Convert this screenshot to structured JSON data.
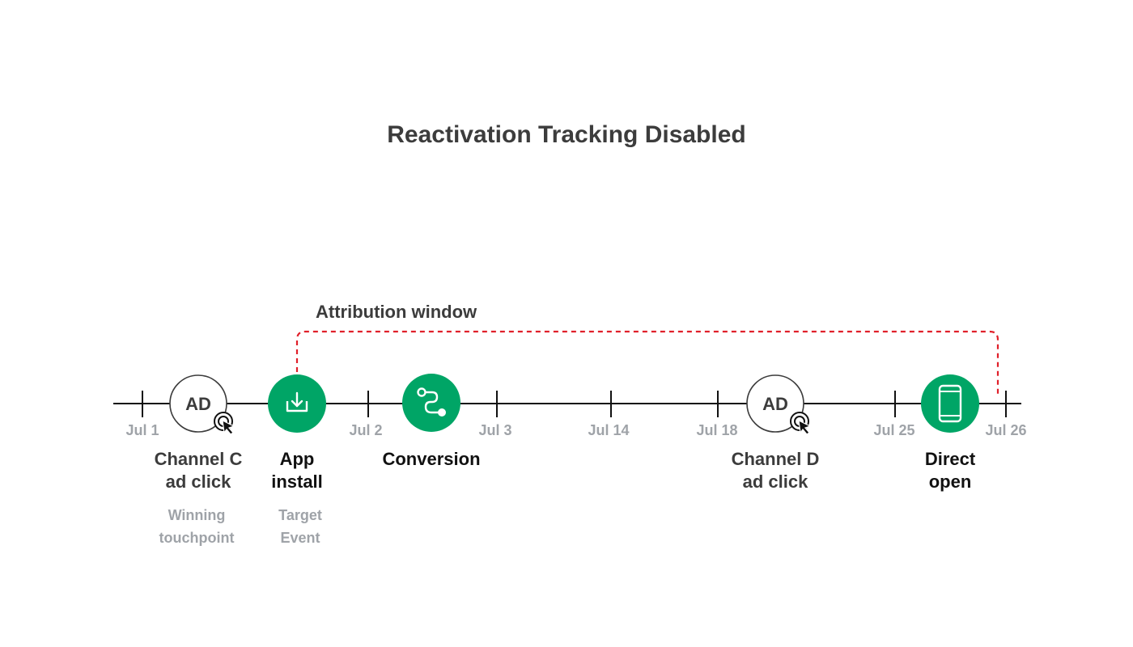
{
  "title": "Reactivation Tracking Disabled",
  "window_label": "Attribution window",
  "colors": {
    "green": "#00a566",
    "window": "#e0202a",
    "axis": "#111111",
    "tick_text": "#9fa3a8",
    "dark_text": "#3c3c3c"
  },
  "ticks": [
    "Jul 1",
    "Jul 2",
    "Jul 3",
    "Jul 14",
    "Jul 18",
    "Jul 25",
    "Jul 26"
  ],
  "events": [
    {
      "icon": "ad-icon",
      "badge_text": "AD",
      "label_lines": [
        "Channel C",
        "ad click"
      ],
      "sub_lines": [
        "Winning",
        "touchpoint"
      ]
    },
    {
      "icon": "download-icon",
      "label_lines": [
        "App",
        "install"
      ],
      "sub_lines": [
        "Target",
        "Event"
      ]
    },
    {
      "icon": "conversion-path-icon",
      "label_lines": [
        "Conversion"
      ],
      "sub_lines": []
    },
    {
      "icon": "ad-icon",
      "badge_text": "AD",
      "label_lines": [
        "Channel D",
        "ad click"
      ],
      "sub_lines": []
    },
    {
      "icon": "smartphone-icon",
      "label_lines": [
        "Direct",
        "open"
      ],
      "sub_lines": []
    }
  ]
}
